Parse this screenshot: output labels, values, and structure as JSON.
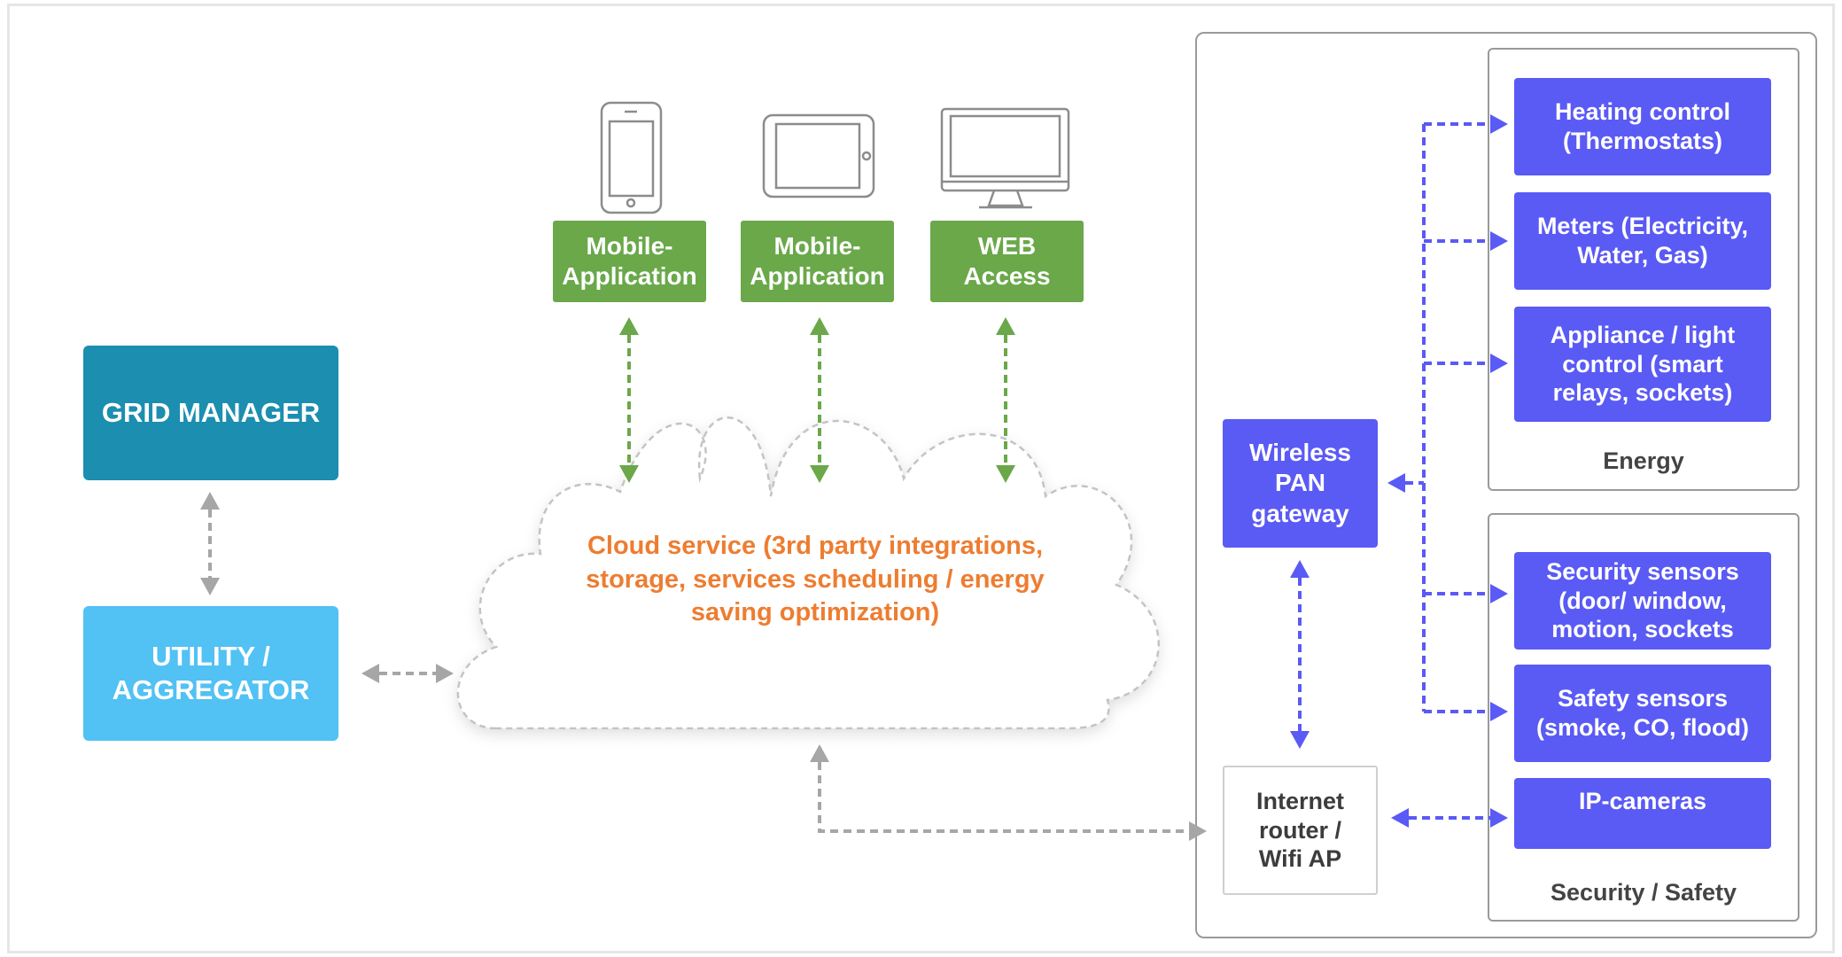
{
  "colors": {
    "grid_manager": "#1c8eb0",
    "utility": "#52c1f4",
    "green": "#6aa84a",
    "device_blue": "#5a5af5",
    "cloud_text": "#ed7d31",
    "arrow_gray": "#a6a6a6",
    "arrow_green": "#6aa84a",
    "arrow_blue": "#5a5af5"
  },
  "left": {
    "grid_manager": "GRID MANAGER",
    "utility": "UTILITY /\nAGGREGATOR"
  },
  "clients": {
    "app1": "Mobile-\nApplication",
    "app2": "Mobile-\nApplication",
    "web": "WEB\nAccess",
    "icons": [
      "smartphone-icon",
      "tablet-icon",
      "monitor-icon"
    ]
  },
  "cloud": {
    "text": "Cloud service (3rd party integrations,\nstorage, services scheduling / energy\nsaving optimization)"
  },
  "home": {
    "wpan": "Wireless\nPAN\ngateway",
    "router": "Internet\nrouter /\nWifi AP",
    "energy": {
      "label": "Energy",
      "devices": [
        "Heating control\n(Thermostats)",
        "Meters (Electricity,\nWater, Gas)",
        "Appliance / light\ncontrol (smart\nrelays, sockets)"
      ]
    },
    "security": {
      "label": "Security / Safety",
      "devices": [
        "Security sensors\n(door/ window,\nmotion, sockets",
        "Safety sensors\n(smoke, CO, flood)",
        "IP-cameras"
      ]
    }
  }
}
